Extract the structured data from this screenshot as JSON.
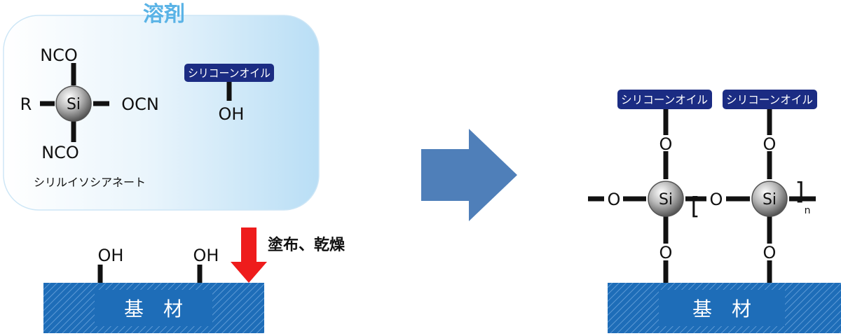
{
  "solvent_label": "溶剤",
  "silyl_isocyanate": {
    "atom_center": "Si",
    "top": "NCO",
    "left": "R",
    "right": "OCN",
    "bottom": "NCO",
    "name": "シリルイソシアネート"
  },
  "silicone_oil_label": "シリコーンオイル",
  "hydroxyl": "OH",
  "process_label": "塗布、乾燥",
  "substrate_label": "基　材",
  "product": {
    "pill_left": "シリコーンオイル",
    "pill_right": "シリコーンオイル",
    "oxygen": "O",
    "si": "Si",
    "bracket_open": "[",
    "bracket_close": "]",
    "subscript": "n",
    "substrate": "基　材"
  },
  "colors": {
    "solvent_text": "#5ab3e6",
    "pill_fill": "#1b2c83",
    "substrate_fill": "#1e6db8",
    "arrow_red": "#ee1c1c",
    "arrow_blue": "#4f7fb9"
  }
}
